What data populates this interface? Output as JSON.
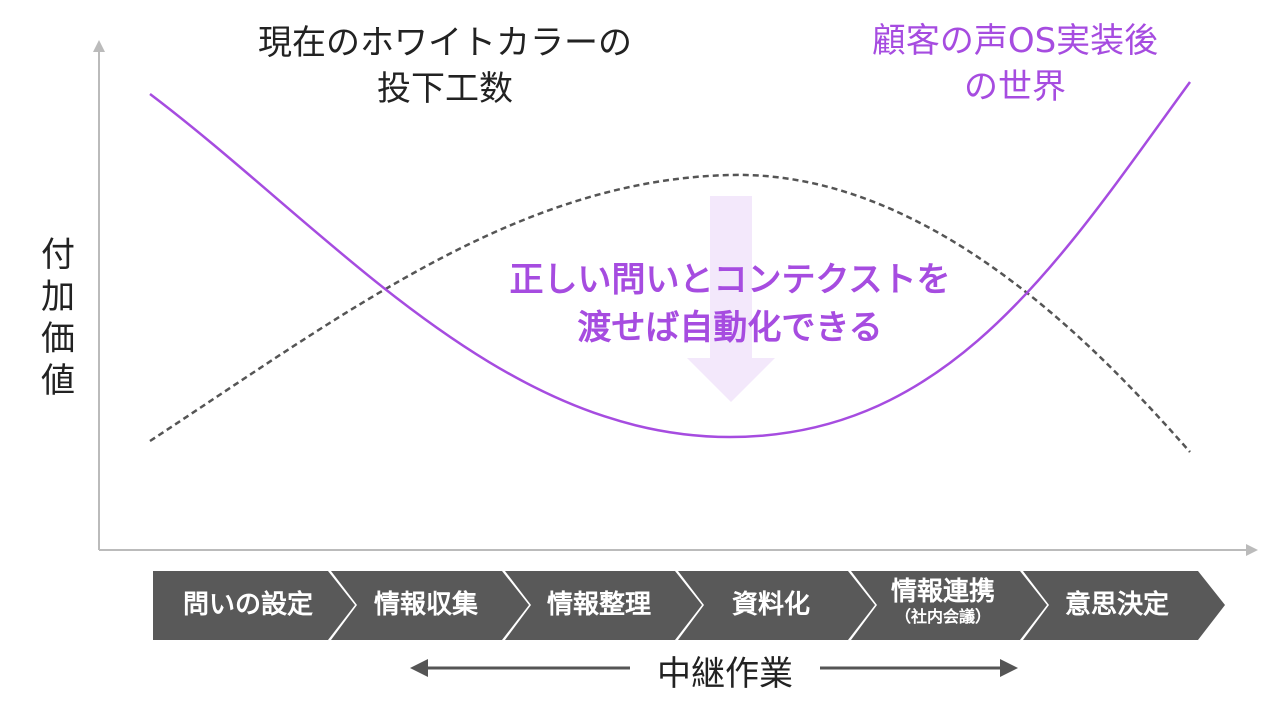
{
  "labels": {
    "current_line1": "現在のホワイトカラーの",
    "current_line2": "投下工数",
    "future_line1": "顧客の声OS実装後",
    "future_line2": "の世界",
    "center_line1": "正しい問いとコンテクストを",
    "center_line2": "渡せば自動化できる",
    "y_axis": [
      "付",
      "加",
      "価",
      "値"
    ],
    "relay": "中継作業"
  },
  "process_steps": [
    {
      "label": "問いの設定"
    },
    {
      "label": "情報収集"
    },
    {
      "label": "情報整理"
    },
    {
      "label": "資料化"
    },
    {
      "label": "情報連携",
      "sub": "（社内会議）"
    },
    {
      "label": "意思決定"
    }
  ],
  "colors": {
    "accent_purple": "#a64ce0",
    "dashed_gray": "#555555",
    "axis_gray": "#bbbbbb",
    "step_bg": "#595959",
    "down_arrow": "#f3e8fb"
  },
  "icons": {
    "down_arrow": "down-arrow-icon",
    "left_arrow": "left-arrow-icon",
    "right_arrow": "right-arrow-icon"
  }
}
